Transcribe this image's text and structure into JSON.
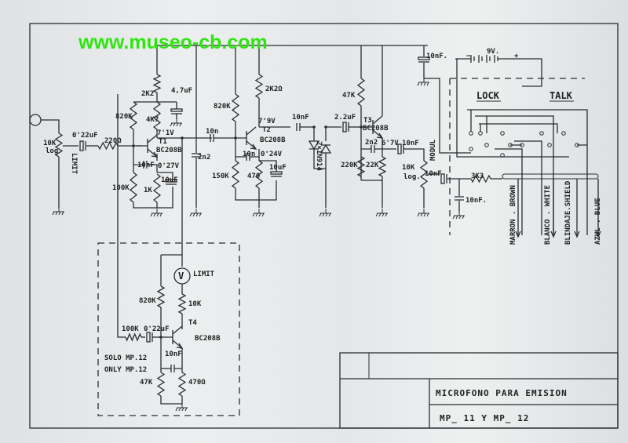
{
  "watermark": "www.museo-cb.com",
  "title_block": {
    "line1": "MICROFONO PARA EMISION",
    "line2": "MP_ 11  Y  MP_ 12"
  },
  "labels": {
    "pot1": "10K",
    "pot1_log": "log",
    "limit_v": "LIMIT",
    "c_in": "0'22uF",
    "r_220": "220Ω",
    "r_820k_1": "820K",
    "r_2k2": "2K2",
    "r_4k7": "4K7",
    "c_4u7": "4,7uF",
    "v_71": "7'1V",
    "t1": "T1",
    "t1_type": "BC208B",
    "c_10nf_1": "10nF",
    "v_027": "0'27V",
    "r_100k": "100K",
    "r_1k": "1K",
    "c_10uf_1": "10uF",
    "c_2n2_1": "2n2",
    "c_10n_1": "10n",
    "r_820k_2": "820K",
    "r_2k21": "2K2Ω",
    "v_79": "7'9V",
    "t2": "T2",
    "t2_type": "BC208B",
    "c_10n_2": "10n",
    "v_024": "0'24V",
    "r_150k": "150K",
    "r_470": "470",
    "c_10uf_2": "10uF",
    "c_10nf_2": "10nF",
    "diodes": "2×1N914",
    "c_2u2": "2.2uF",
    "r_47k_1": "47K",
    "t3": "T3",
    "t3_type": "BC208B",
    "c_2n2_2": "2n2",
    "v_67": "6'7V",
    "c_10nf_3": "10nF",
    "r_220k": "220K",
    "r_22k": "22K",
    "pot2": "10K",
    "pot2_log": "log.",
    "modul": "MODUL",
    "c_10nf_top": "10nF.",
    "battery": "9V.",
    "bat_minus": "−",
    "bat_plus": "+",
    "lock": "LOCK",
    "talk": "TALK",
    "c_10nf_4": "10nF",
    "r_3k3": "3K3",
    "c_10nf_5": "10nF.",
    "wire_brown": "MARRON . BROWN",
    "wire_white": "BLANCO . WHITE",
    "wire_shield": "BLINDAJE.SHIELD",
    "wire_blue": "AZUL . BLUE",
    "meter": "V",
    "meter_label": "LIMIT",
    "r_820k_3": "820K",
    "r_10k": "10K",
    "t4": "T4",
    "t4_type": "BC208B",
    "r_100k_2": "100K",
    "c_022_2": "0'22uF",
    "c_10nf_6": "10nF",
    "solo": "SOLO MP.12",
    "only": "ONLY MP.12",
    "r_47k_2": "47K",
    "r_470_2": "470Ω"
  }
}
